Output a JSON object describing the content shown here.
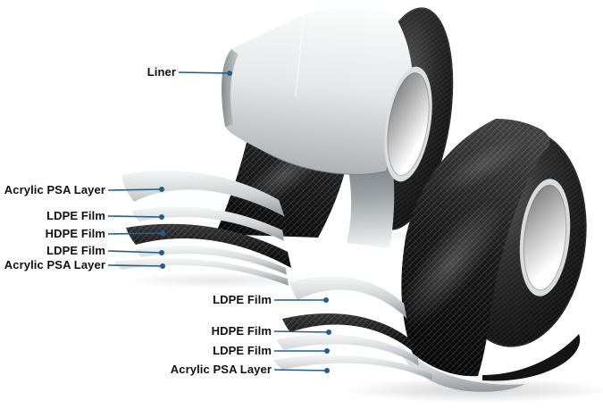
{
  "diagram": {
    "subject": "black double-sided tape rolls with exploded layer construction",
    "background": "#ffffff",
    "callout_color": "#1f5f8d",
    "label_color": "#111111",
    "left_assembly": {
      "name": "lined tape roll",
      "callouts": [
        {
          "id": "liner",
          "label": "Liner"
        },
        {
          "id": "acrylic-psa-top",
          "label": "Acrylic PSA Layer"
        },
        {
          "id": "ldpe-top",
          "label": "LDPE Film"
        },
        {
          "id": "hdpe",
          "label": "HDPE Film"
        },
        {
          "id": "ldpe-bottom",
          "label": "LDPE Film"
        },
        {
          "id": "acrylic-psa-bottom",
          "label": "Acrylic PSA Layer"
        }
      ]
    },
    "right_assembly": {
      "name": "unlined tape roll",
      "callouts": [
        {
          "id": "ldpe-top",
          "label": "LDPE Film"
        },
        {
          "id": "hdpe",
          "label": "HDPE Film"
        },
        {
          "id": "ldpe-bottom",
          "label": "LDPE Film"
        },
        {
          "id": "acrylic-psa",
          "label": "Acrylic PSA Layer"
        }
      ]
    }
  }
}
